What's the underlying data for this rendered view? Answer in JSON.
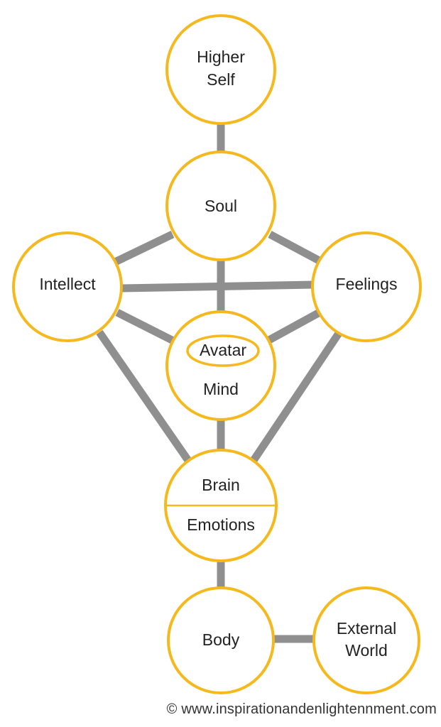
{
  "nodes": {
    "higher_self": {
      "line1": "Higher",
      "line2": "Self"
    },
    "soul": {
      "label": "Soul"
    },
    "intellect": {
      "label": "Intellect"
    },
    "feelings": {
      "label": "Feelings"
    },
    "mind": {
      "avatar": "Avatar",
      "label": "Mind"
    },
    "brain_emotions": {
      "top": "Brain",
      "bottom": "Emotions"
    },
    "body": {
      "label": "Body"
    },
    "external_world": {
      "line1": "External",
      "line2": "World"
    }
  },
  "copyright": "© www.inspirationandenlightennment.com",
  "colors": {
    "circle_stroke": "#F5B91E",
    "connector": "#8F8F8F",
    "text": "#222222",
    "background": "#FFFFFF"
  }
}
